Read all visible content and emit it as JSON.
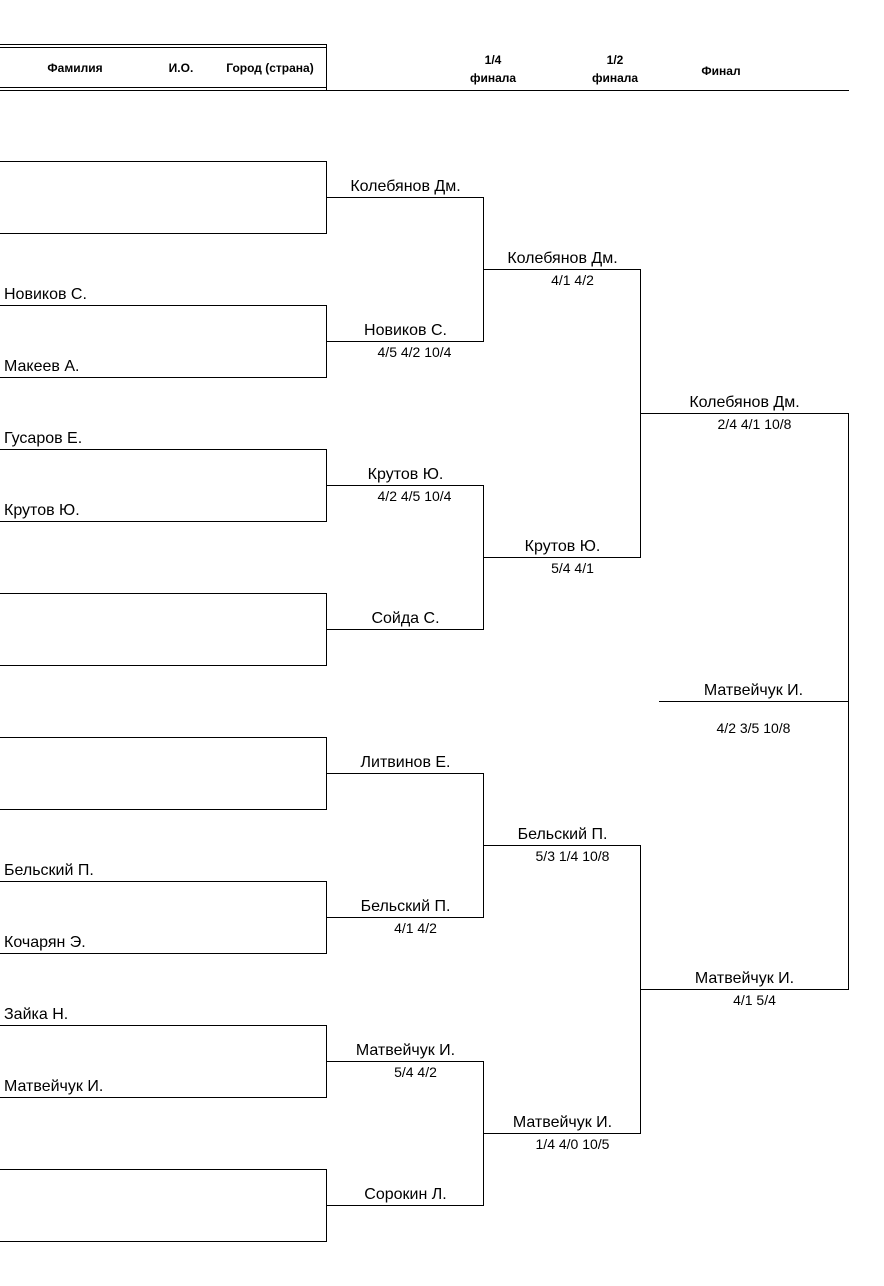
{
  "header": {
    "surname": "Фамилия",
    "initials": "И.О.",
    "city": "Город (страна)",
    "quarter_line1": "1/4",
    "quarter_line2": "финала",
    "semi_line1": "1/2",
    "semi_line2": "финала",
    "final": "Финал"
  },
  "first_round": [
    {
      "top": "",
      "bottom": ""
    },
    {
      "top": "Новиков С.",
      "bottom": "Макеев А."
    },
    {
      "top": "Гусаров Е.",
      "bottom": "Крутов Ю."
    },
    {
      "top": "",
      "bottom": ""
    },
    {
      "top": "",
      "bottom": ""
    },
    {
      "top": "Бельский П.",
      "bottom": "Кочарян Э."
    },
    {
      "top": "Зайка Н.",
      "bottom": "Матвейчук И."
    },
    {
      "top": "",
      "bottom": ""
    }
  ],
  "quarterfinals": [
    {
      "name": "Колебянов Дм.",
      "score": ""
    },
    {
      "name": "Новиков С.",
      "score": "4/5 4/2 10/4"
    },
    {
      "name": "Крутов Ю.",
      "score": "4/2 4/5 10/4"
    },
    {
      "name": "Сойда С.",
      "score": ""
    },
    {
      "name": "Литвинов Е.",
      "score": ""
    },
    {
      "name": "Бельский П.",
      "score": "4/1 4/2"
    },
    {
      "name": "Матвейчук И.",
      "score": "5/4 4/2"
    },
    {
      "name": "Сорокин Л.",
      "score": ""
    }
  ],
  "semifinals": [
    {
      "name": "Колебянов Дм.",
      "score": "4/1 4/2"
    },
    {
      "name": "Крутов Ю.",
      "score": "5/4 4/1"
    },
    {
      "name": "Бельский П.",
      "score": "5/3 1/4 10/8"
    },
    {
      "name": "Матвейчук И.",
      "score": "1/4 4/0 10/5"
    }
  ],
  "finalists": [
    {
      "name": "Колебянов Дм.",
      "score": "2/4 4/1 10/8"
    },
    {
      "name": "Матвейчук И.",
      "score": "4/1 5/4"
    }
  ],
  "champion": {
    "name": "Матвейчук И.",
    "score": "4/2 3/5 10/8"
  }
}
